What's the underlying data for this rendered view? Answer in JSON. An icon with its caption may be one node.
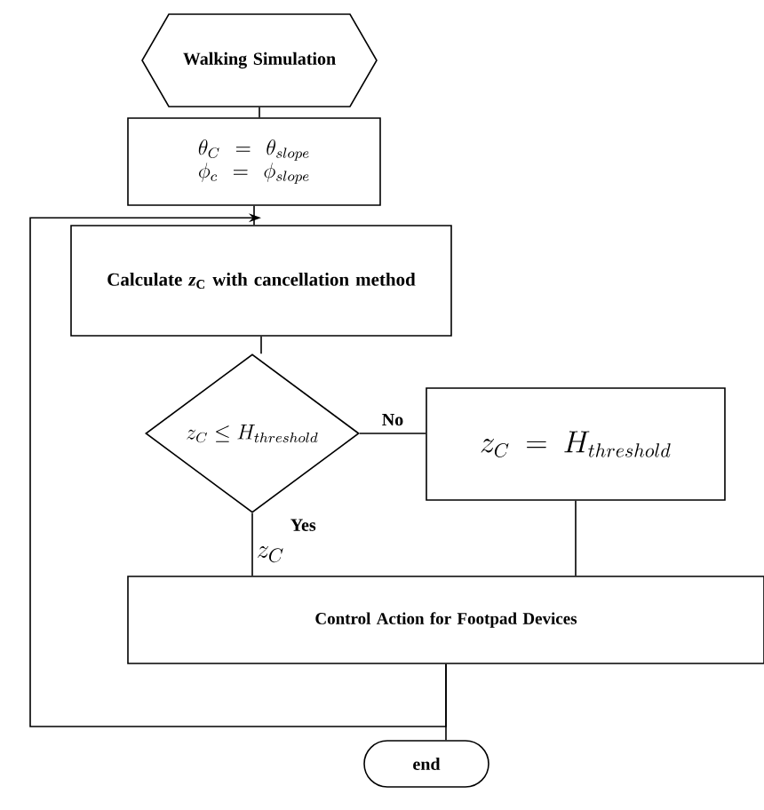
{
  "diagram": {
    "nodes": [
      {
        "text": [
          "Walking Simulation"
        ]
      },
      {
        "text": [
          "\\theta_C = \\theta_{slope}",
          "\\phi_c = \\phi_{slope}"
        ]
      },
      {
        "text": [
          "Calculate *z*$_{C}$ with cancellation method"
        ]
      },
      {
        "text": [
          "z_C \\le H_{threshold}"
        ]
      },
      {
        "text": [
          "z_C = H_{threshold}"
        ]
      },
      {
        "text": [
          "Control Action for Footpad Devices"
        ]
      },
      {
        "text": [
          "end"
        ]
      }
    ],
    "edges": [
      {
        "from": 0,
        "to": 1,
        "arrow": "none"
      },
      {
        "from": 1,
        "to": 2,
        "arrow": "none"
      },
      {
        "from": 2,
        "to": 3,
        "arrow": "none"
      },
      {
        "from": 3,
        "to": 4,
        "arrow": "none",
        "label": "No"
      },
      {
        "from": 3,
        "to": 5,
        "arrow": "none",
        "label": "Yes"
      },
      {
        "from": 4,
        "to": 5,
        "arrow": "none"
      },
      {
        "from": 5,
        "to": 6,
        "arrow": "none"
      },
      {
        "from": 5,
        "to": 2,
        "arrow": "to"
      }
    ],
    "labels": [
      "z_C"
    ]
  }
}
